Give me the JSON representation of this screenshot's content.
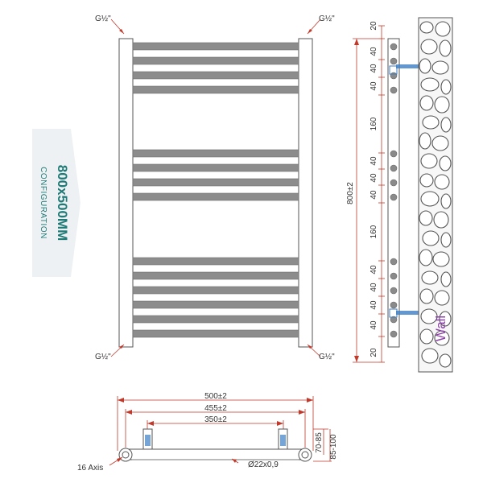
{
  "banner": {
    "size": "800x500MM",
    "subtitle": "CONFIGURATION",
    "fill": "#eef1f4",
    "text_color": "#1f7a75"
  },
  "ports": {
    "top_left": "G½\"",
    "top_right": "G½\"",
    "bottom_left": "G½\"",
    "bottom_right": "G½\""
  },
  "side_view": {
    "spacing_labels": [
      "20",
      "40",
      "40",
      "40",
      "160",
      "40",
      "40",
      "40",
      "160",
      "40",
      "40",
      "40",
      "40",
      "20"
    ],
    "total_height": "800±2",
    "wall_label": "Wall",
    "wall_label_color": "#8b3fa8",
    "valve_color": "#3b7dc4"
  },
  "top_view": {
    "overall_width": "500±2",
    "pipe_centres": "455±2",
    "valve_centres": "350±2",
    "depth_min": "70-85",
    "depth_max": "85-100",
    "axis_label": "16 Axis",
    "tube_label": "Ø22x0,9"
  },
  "colors": {
    "dimension_red": "#c0392b",
    "bar_grey": "#8c8c8c",
    "frame_grey": "#555555"
  }
}
